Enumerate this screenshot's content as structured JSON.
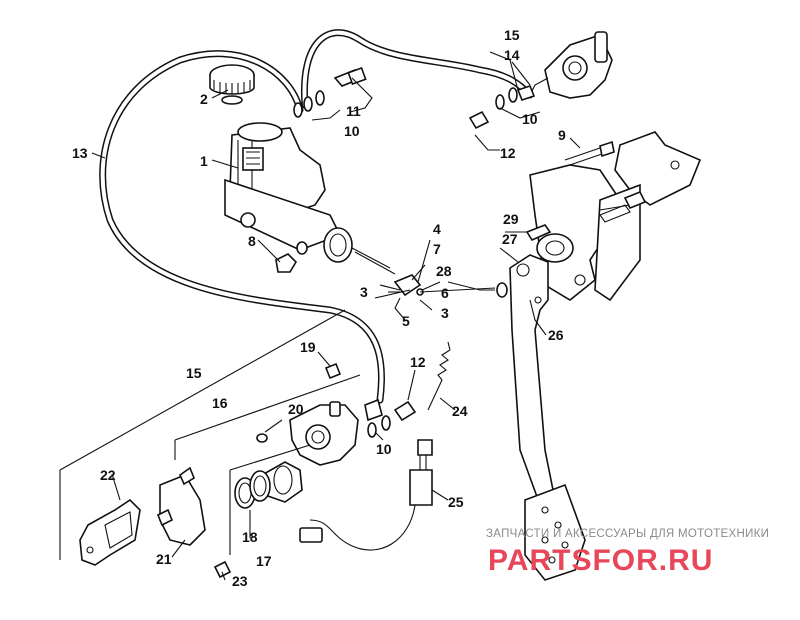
{
  "callouts": {
    "c1": "1",
    "c2": "2",
    "c3a": "3",
    "c3b": "3",
    "c4": "4",
    "c5": "5",
    "c6": "6",
    "c7": "7",
    "c8": "8",
    "c9": "9",
    "c10a": "10",
    "c10b": "10",
    "c10c": "10",
    "c11": "11",
    "c12a": "12",
    "c12b": "12",
    "c13": "13",
    "c14": "14",
    "c15a": "15",
    "c15b": "15",
    "c16": "16",
    "c17": "17",
    "c18": "18",
    "c19": "19",
    "c20": "20",
    "c21": "21",
    "c22": "22",
    "c23": "23",
    "c24": "24",
    "c25": "25",
    "c26": "26",
    "c27": "27",
    "c28": "28",
    "c29": "29"
  },
  "watermark": {
    "tagline": "ЗАПЧАСТИ И АКСЕССУАРЫ ДЛЯ МОТОТЕХНИКИ",
    "brand": "PARTSFOR.RU"
  },
  "colors": {
    "ink": "#111111",
    "watermark_red": "#e8475a",
    "watermark_gray": "#8a8a8a"
  }
}
